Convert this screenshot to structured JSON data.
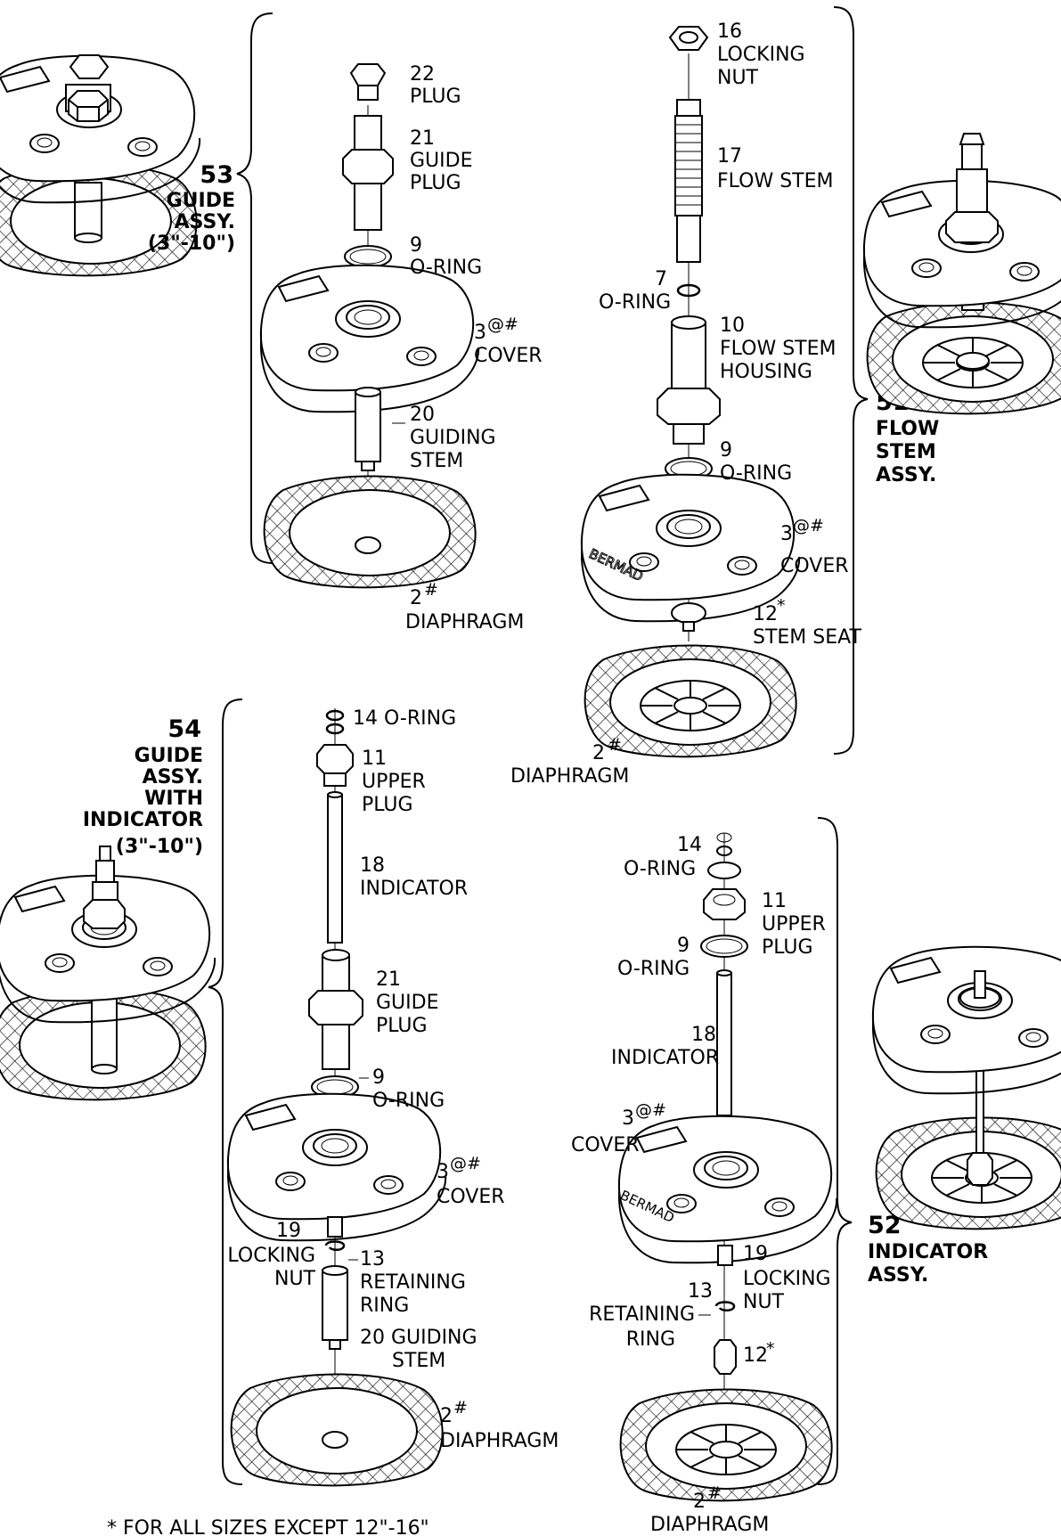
{
  "assemblies": {
    "a53": {
      "number": "53",
      "lines": [
        "GUIDE",
        "ASSY.",
        "(3\"-10\")"
      ]
    },
    "a51": {
      "number": "51",
      "lines": [
        "FLOW",
        "STEM",
        "ASSY."
      ]
    },
    "a54": {
      "number": "54",
      "lines": [
        "GUIDE",
        "ASSY.",
        "WITH",
        "INDICATOR",
        "(3\"-10\")"
      ]
    },
    "a52": {
      "number": "52",
      "lines": [
        "INDICATOR",
        "ASSY."
      ]
    }
  },
  "parts53": {
    "p22": [
      "22",
      "PLUG"
    ],
    "p21": [
      "21",
      "GUIDE",
      "PLUG"
    ],
    "p9": [
      "9",
      "O-RING"
    ],
    "p3": {
      "num": "3",
      "mark": "@#",
      "name": "COVER"
    },
    "p20": [
      "20",
      "GUIDING",
      "STEM"
    ],
    "p2": {
      "num": "2",
      "mark": "#",
      "name": "DIAPHRAGM"
    }
  },
  "parts51": {
    "p16": [
      "16",
      "LOCKING",
      "NUT"
    ],
    "p17": [
      "17",
      "FLOW STEM"
    ],
    "p7": [
      "7",
      "O-RING"
    ],
    "p10": [
      "10",
      "FLOW STEM",
      "HOUSING"
    ],
    "p9": [
      "9",
      "O-RING"
    ],
    "p3": {
      "num": "3",
      "mark": "@#",
      "name": "COVER"
    },
    "p12": {
      "num": "12",
      "mark": "*",
      "name": "STEM SEAT"
    },
    "p2": {
      "num": "2",
      "mark": "#",
      "name": "DIAPHRAGM"
    }
  },
  "parts54": {
    "p14": "14  O-RING",
    "p11": [
      "11",
      "UPPER",
      "PLUG"
    ],
    "p18": [
      "18",
      "INDICATOR"
    ],
    "p21": [
      "21",
      "GUIDE",
      "PLUG"
    ],
    "p9": [
      "9",
      "O-RING"
    ],
    "p3": {
      "num": "3",
      "mark": "@#",
      "name": "COVER"
    },
    "p19": [
      "19",
      "LOCKING",
      "NUT"
    ],
    "p13": [
      "13",
      "RETAINING",
      "RING"
    ],
    "p20": [
      "20  GUIDING",
      "STEM"
    ],
    "p2": {
      "num": "2",
      "mark": "#",
      "name": "DIAPHRAGM"
    }
  },
  "parts52": {
    "p14": [
      "14",
      "O-RING"
    ],
    "p11": [
      "11",
      "UPPER",
      "PLUG"
    ],
    "p9": [
      "9",
      "O-RING"
    ],
    "p18": [
      "18",
      "INDICATOR"
    ],
    "p3": {
      "num": "3",
      "mark": "@#",
      "name": "COVER"
    },
    "p19": [
      "19",
      "LOCKING",
      "NUT"
    ],
    "p13": [
      "13",
      "RETAINING",
      "RING"
    ],
    "p12": {
      "num": "12",
      "mark": "*"
    },
    "p2": {
      "num": "2",
      "mark": "#",
      "name": "DIAPHRAGM"
    }
  },
  "cover_text": "BERMAD",
  "footnote": "*   FOR ALL SIZES EXCEPT 12\"-16\""
}
